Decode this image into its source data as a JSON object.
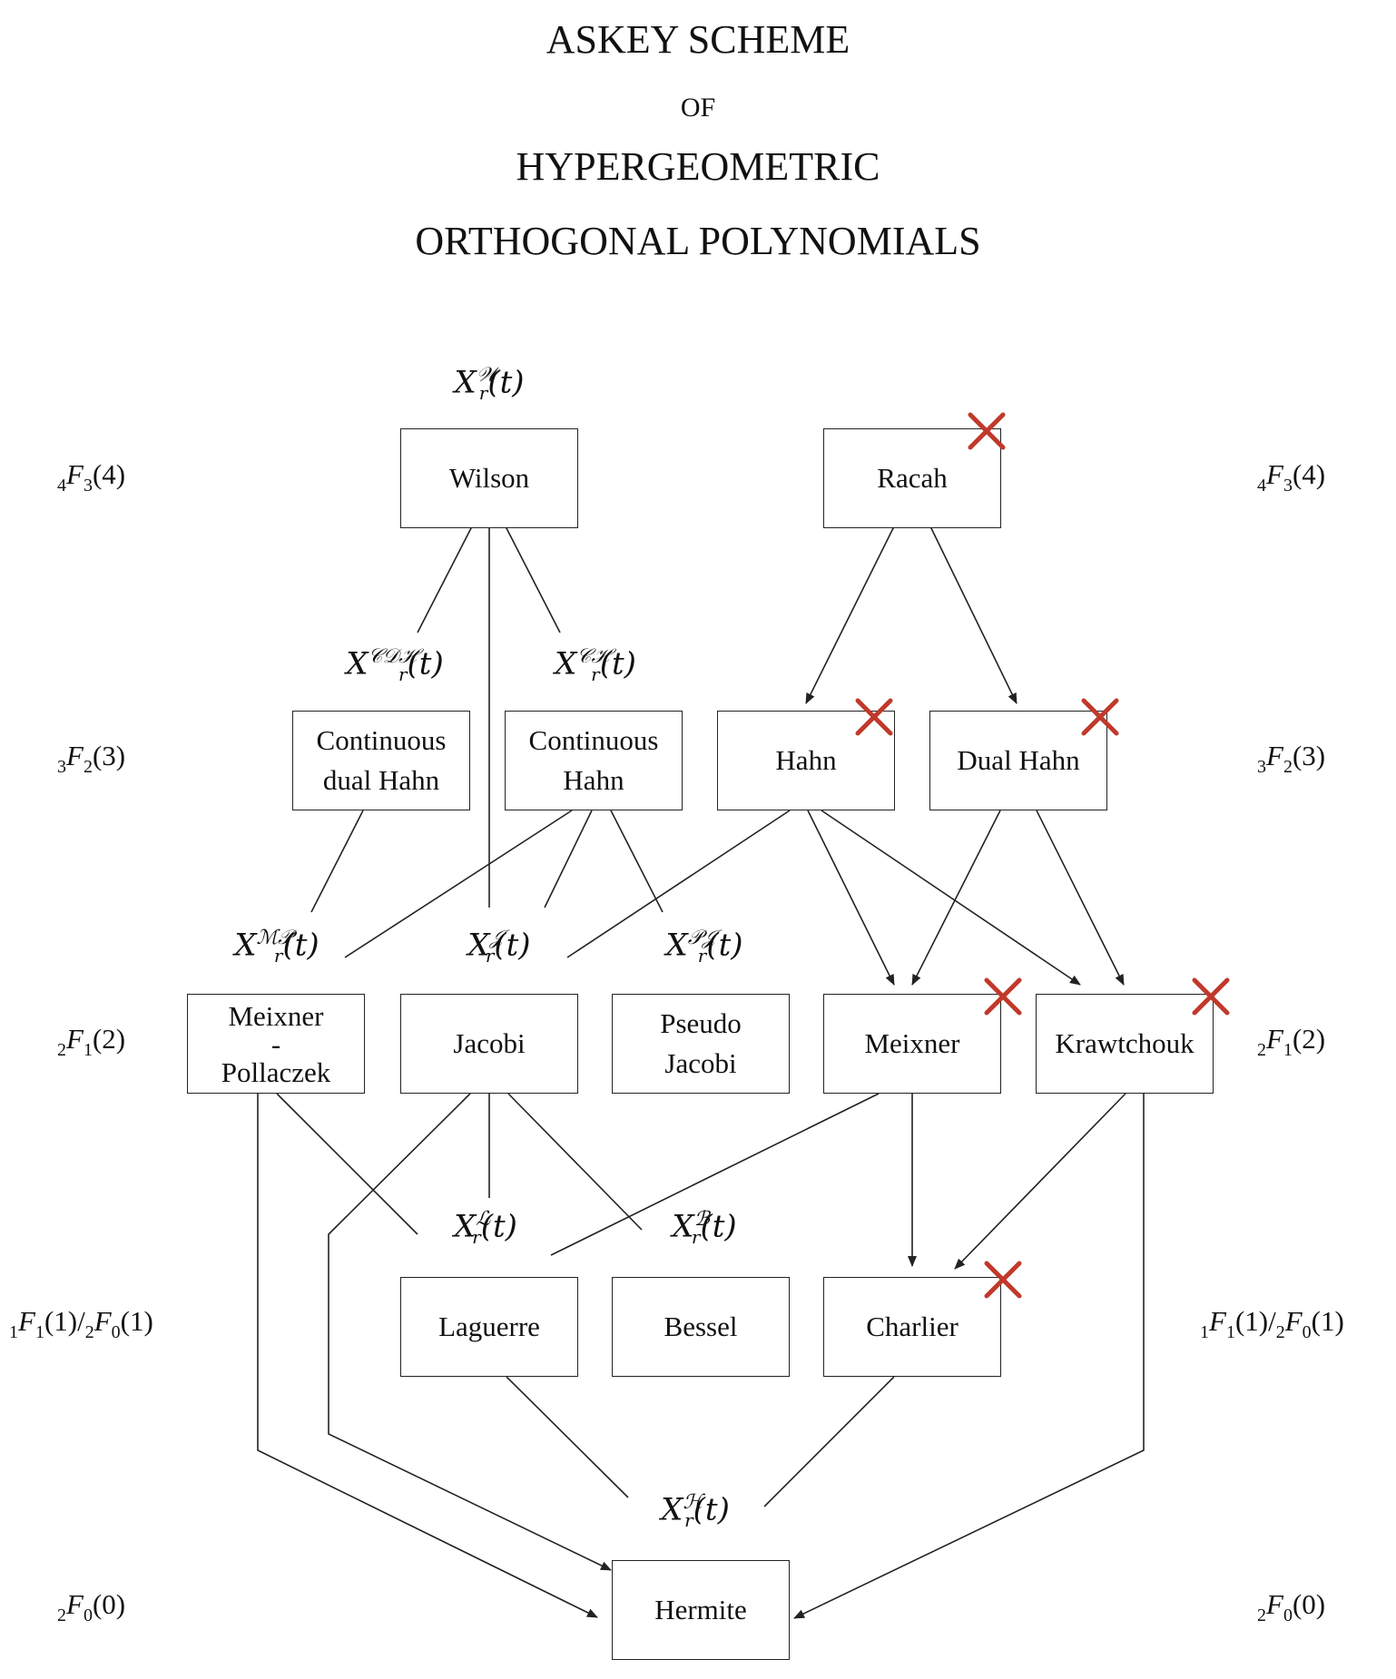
{
  "title": {
    "line1": "ASKEY SCHEME",
    "line2": "OF",
    "line3": "HYPERGEOMETRIC",
    "line4": "ORTHOGONAL POLYNOMIALS"
  },
  "levels": [
    {
      "id": "l4",
      "prefix": "4",
      "main": "F",
      "sub": "3",
      "arg": "(4)"
    },
    {
      "id": "l3",
      "prefix": "3",
      "main": "F",
      "sub": "2",
      "arg": "(3)"
    },
    {
      "id": "l2",
      "prefix": "2",
      "main": "F",
      "sub": "1",
      "arg": "(2)"
    },
    {
      "id": "l1",
      "prefix": "1",
      "main": "F",
      "sub": "1",
      "arg": "(1)/",
      "prefix2": "2",
      "main2": "F",
      "sub2": "0",
      "arg2": "(1)"
    },
    {
      "id": "l0",
      "prefix": "2",
      "main": "F",
      "sub": "0",
      "arg": "(0)"
    }
  ],
  "nodes": [
    {
      "id": "wilson",
      "label": "Wilson"
    },
    {
      "id": "racah",
      "label": "Racah"
    },
    {
      "id": "cdh",
      "label": "Continuous\ndual Hahn"
    },
    {
      "id": "ch",
      "label": "Continuous\nHahn"
    },
    {
      "id": "hahn",
      "label": "Hahn"
    },
    {
      "id": "dualhahn",
      "label": "Dual Hahn"
    },
    {
      "id": "mp",
      "label": "Meixner\n-\nPollaczek"
    },
    {
      "id": "jacobi",
      "label": "Jacobi"
    },
    {
      "id": "pj",
      "label": "Pseudo\nJacobi"
    },
    {
      "id": "meixner",
      "label": "Meixner"
    },
    {
      "id": "kraw",
      "label": "Krawtchouk"
    },
    {
      "id": "laguerre",
      "label": "Laguerre"
    },
    {
      "id": "bessel",
      "label": "Bessel"
    },
    {
      "id": "charlier",
      "label": "Charlier"
    },
    {
      "id": "hermite",
      "label": "Hermite"
    }
  ],
  "xlabels": [
    {
      "id": "xw",
      "base": "X",
      "sub": "r",
      "sup": "𝒲",
      "arg": "(t)"
    },
    {
      "id": "xcdh",
      "base": "X",
      "sub": "r",
      "sup": "𝒞𝒟ℋ",
      "arg": "(t)"
    },
    {
      "id": "xch",
      "base": "X",
      "sub": "r",
      "sup": "𝒞ℋ",
      "arg": "(t)"
    },
    {
      "id": "xmp",
      "base": "X",
      "sub": "r",
      "sup": "ℳ𝒫",
      "arg": "(t)"
    },
    {
      "id": "xj",
      "base": "X",
      "sub": "r",
      "sup": "𝒥",
      "arg": "(t)"
    },
    {
      "id": "xpj",
      "base": "X",
      "sub": "r",
      "sup": "𝒫𝒥",
      "arg": "(t)"
    },
    {
      "id": "xl",
      "base": "X",
      "sub": "r",
      "sup": "ℒ",
      "arg": "(t)"
    },
    {
      "id": "xb",
      "base": "X",
      "sub": "r",
      "sup": "ℬ",
      "arg": "(t)"
    },
    {
      "id": "xh",
      "base": "X",
      "sub": "r",
      "sup": "ℋ",
      "arg": "(t)"
    }
  ],
  "crossed_out": [
    "racah",
    "hahn",
    "dualhahn",
    "meixner",
    "kraw",
    "charlier"
  ],
  "colors": {
    "cross": "#c0392b",
    "line": "#222222"
  }
}
